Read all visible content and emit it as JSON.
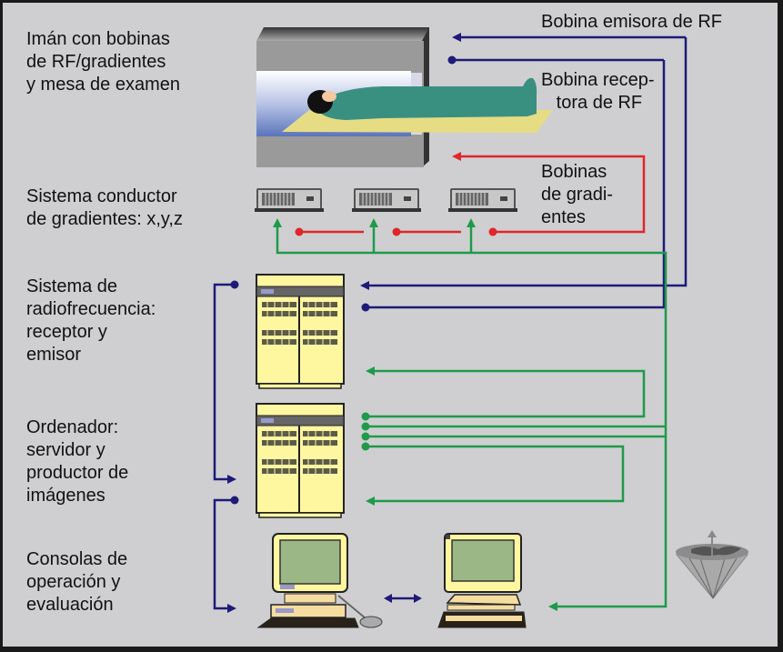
{
  "left_labels": {
    "magnet": "Imán con bobinas\nde RF/gradientes\ny mesa de examen",
    "gradient_system": "Sistema conductor\nde gradientes: x,y,z",
    "rf_system": "Sistema de\nradiofrecuencia:\nreceptor y\nemisor",
    "computer": "Ordenador:\nservidor y\nproductor de\nimágenes",
    "consoles": "Consolas de\noperación y\nevaluación"
  },
  "right_labels": {
    "rf_emitter_coil": "Bobina emisora de RF",
    "rf_receiver_coil": "Bobina recep-\n   tora de RF",
    "gradient_coils": "Bobinas\nde gradi-\nentes"
  },
  "colors": {
    "background": "#cfcfd1",
    "rf_line": "#1e1a78",
    "gradient_line": "#e0262a",
    "data_line": "#1f9a4a",
    "cabinet": "#fff7a0",
    "patient": "#3a9080"
  },
  "icons": {
    "mri_scanner": "mri-magnet-with-patient",
    "amplifiers": [
      "gradient-amplifier-x",
      "gradient-amplifier-y",
      "gradient-amplifier-z"
    ],
    "rf_cabinet": "server-cabinet",
    "computer_cabinet": "server-cabinet",
    "consoles": [
      "workstation-with-mouse",
      "workstation-with-keyboard"
    ],
    "spin_cone": "precession-cone-globe"
  }
}
